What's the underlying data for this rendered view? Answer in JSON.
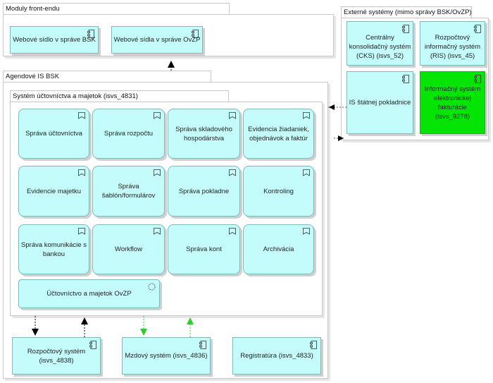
{
  "groups": {
    "frontend": "Moduly front-endu",
    "external": "Externé systémy (mimo správy BSK/OvZP)",
    "agendove": "Agendové IS BSK",
    "ucto": "Systém účtovníctva a majetok (isvs_4831)"
  },
  "frontend_items": [
    "Webové sídlo v správe BSK",
    "Webové sídla v správe OvZP"
  ],
  "external_items": [
    "Centrálny konsolidačný systém (CKS) (isvs_52)",
    "Rozpočtový informačný systém (RIS) (isvs_45)",
    "IS štátnej pokladnice",
    "Informačný systém elektronickej fakturácie (isvs_9278)"
  ],
  "functions": [
    "Správa účtovníctva",
    "Správa rozpočtu",
    "Správa skladového hospodárstva",
    "Evidencia žiadaniek, objednávok a faktúr",
    "Evidencie majetku",
    "Správa šablón/formulárov",
    "Správa pokladne",
    "Kontroling",
    "Správa komunikácie s bankou",
    "Workflow",
    "Správa kont",
    "Archivácia"
  ],
  "ovzp_service": "Účtovníctvo a majetok OvZP",
  "bottom_items": [
    "Rozpočtový systém (isvs_4838)",
    "Mzdový systém (isvs_4836)",
    "Registratúra (isvs_4833)"
  ],
  "colors": {
    "component_fill": "#c4fcfc",
    "highlight_fill": "#05e505",
    "border": "#c8c8c8",
    "green_arrow": "#2ecc2e"
  },
  "icons": {
    "component": "component-icon",
    "function": "function-bookmark-icon",
    "service": "service-circle-icon"
  }
}
